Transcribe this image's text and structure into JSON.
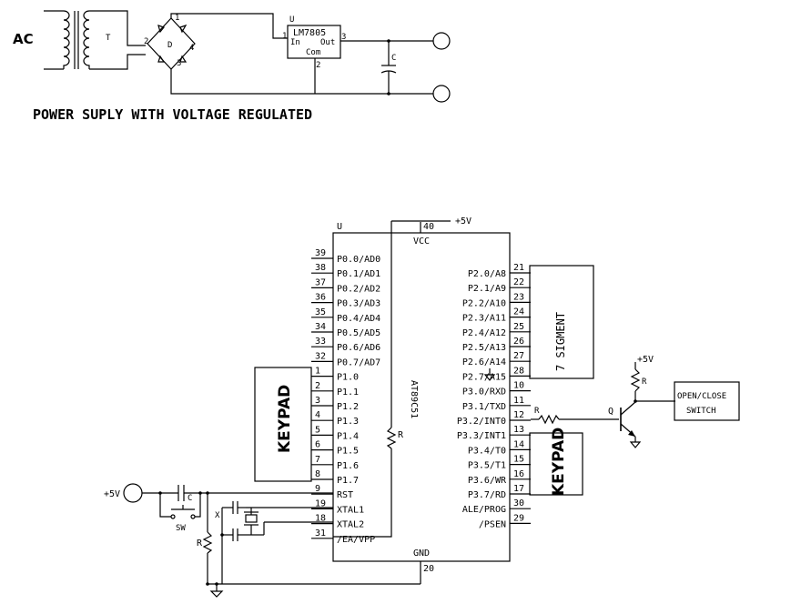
{
  "power_supply": {
    "ac_label": "AC",
    "transformer_label": "T",
    "bridge_label": "D",
    "bridge_pins": [
      "1",
      "2",
      "3",
      "4"
    ],
    "regulator_ref": "U",
    "regulator_part": "LM7805",
    "regulator_in": "In",
    "regulator_out": "Out",
    "regulator_com": "Com",
    "regulator_pins": [
      "1",
      "2",
      "3"
    ],
    "capacitor_label": "C",
    "caption": "POWER SUPLY WITH VOLTAGE REGULATED"
  },
  "mcu": {
    "ref": "U",
    "part": "AT89C51",
    "vcc_label": "VCC",
    "gnd_label": "GND",
    "vcc_pin": "40",
    "gnd_pin": "20",
    "supply_label": "+5V",
    "left_pins": [
      {
        "num": "39",
        "name": "P0.0/AD0"
      },
      {
        "num": "38",
        "name": "P0.1/AD1"
      },
      {
        "num": "37",
        "name": "P0.2/AD2"
      },
      {
        "num": "36",
        "name": "P0.3/AD3"
      },
      {
        "num": "35",
        "name": "P0.4/AD4"
      },
      {
        "num": "34",
        "name": "P0.5/AD5"
      },
      {
        "num": "33",
        "name": "P0.6/AD6"
      },
      {
        "num": "32",
        "name": "P0.7/AD7"
      },
      {
        "num": "1",
        "name": "P1.0"
      },
      {
        "num": "2",
        "name": "P1.1"
      },
      {
        "num": "3",
        "name": "P1.2"
      },
      {
        "num": "4",
        "name": "P1.3"
      },
      {
        "num": "5",
        "name": "P1.4"
      },
      {
        "num": "6",
        "name": "P1.5"
      },
      {
        "num": "7",
        "name": "P1.6"
      },
      {
        "num": "8",
        "name": "P1.7"
      },
      {
        "num": "9",
        "name": "RST"
      },
      {
        "num": "19",
        "name": "XTAL1"
      },
      {
        "num": "18",
        "name": "XTAL2"
      },
      {
        "num": "31",
        "name": "/EA/VPP"
      }
    ],
    "right_pins": [
      {
        "num": "21",
        "name": "P2.0/A8"
      },
      {
        "num": "22",
        "name": "P2.1/A9"
      },
      {
        "num": "23",
        "name": "P2.2/A10"
      },
      {
        "num": "24",
        "name": "P2.3/A11"
      },
      {
        "num": "25",
        "name": "P2.4/A12"
      },
      {
        "num": "26",
        "name": "P2.5/A13"
      },
      {
        "num": "27",
        "name": "P2.6/A14"
      },
      {
        "num": "28",
        "name": "P2.7/A15"
      },
      {
        "num": "10",
        "name": "P3.0/RXD"
      },
      {
        "num": "11",
        "name": "P3.1/TXD"
      },
      {
        "num": "12",
        "name": "P3.2/INT0"
      },
      {
        "num": "13",
        "name": "P3.3/INT1"
      },
      {
        "num": "14",
        "name": "P3.4/T0"
      },
      {
        "num": "15",
        "name": "P3.5/T1"
      },
      {
        "num": "16",
        "name": "P3.6/WR"
      },
      {
        "num": "17",
        "name": "P3.7/RD"
      },
      {
        "num": "30",
        "name": "ALE/PROG"
      },
      {
        "num": "29",
        "name": "/PSEN"
      }
    ]
  },
  "peripherals": {
    "keypad1_label": "KEYPAD",
    "keypad2_label": "KEYPAD",
    "seven_segment_label": "7 SIGMENT",
    "switch_box_line1": "OPEN/CLOSE",
    "switch_box_line2": "SWITCH",
    "transistor_label": "Q",
    "base_resistor_label": "R",
    "collector_resistor_label": "R",
    "pullup_supply_label": "+5V",
    "pullup_resistor_label": "R",
    "reset_supply_label": "+5V",
    "reset_cap_label": "C",
    "reset_switch_label": "SW",
    "reset_resistor_label": "R",
    "crystal_label": "X"
  }
}
